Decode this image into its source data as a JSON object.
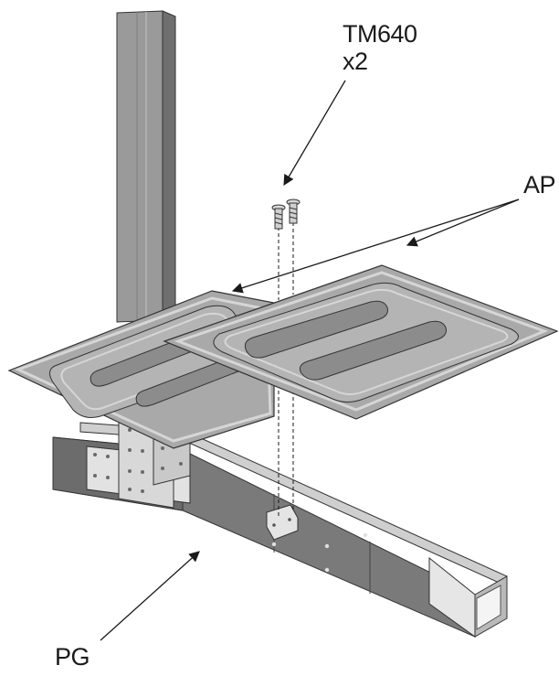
{
  "callouts": {
    "screw": {
      "code": "TM640",
      "quantity": "x2"
    },
    "panels": {
      "code": "AP"
    },
    "gutter": {
      "code": "PG"
    }
  },
  "colors": {
    "line": "#1a1a1a",
    "panel_fill": "#a9a9a9",
    "panel_rim": "#d6d6d6",
    "channel_fill": "#8f8f8f",
    "post_front": "#9a9a9a",
    "post_side": "#6f6f6f",
    "gutter_face": "#7a7a7a",
    "gutter_top": "#cfcfcf",
    "bracket": "#e2e2e2"
  }
}
